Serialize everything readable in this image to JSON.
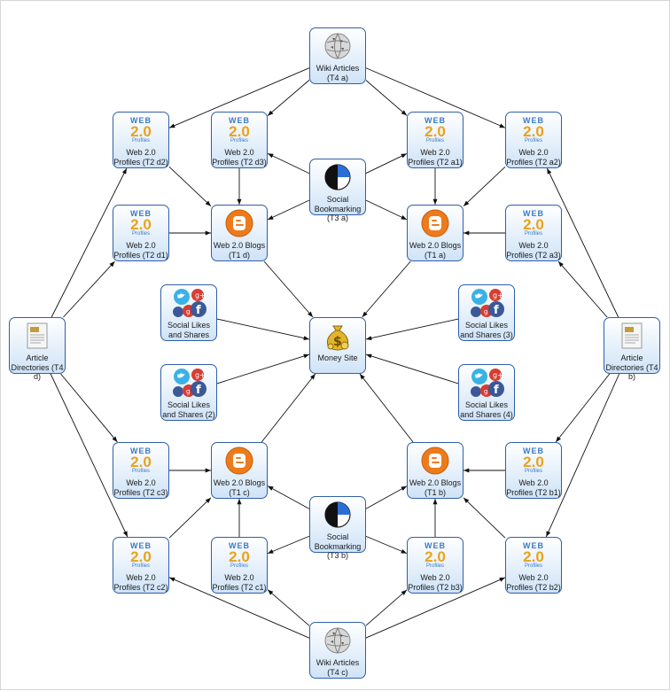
{
  "nodes": [
    {
      "id": "wiki_a",
      "label": "Wiki Articles\n(T4 a)",
      "icon": "wiki-globe-icon"
    },
    {
      "id": "wiki_c",
      "label": "Wiki Articles\n(T4 c)",
      "icon": "wiki-globe-icon"
    },
    {
      "id": "ad_d",
      "label": "Article\nDirectories (T4\nd)",
      "icon": "document-icon"
    },
    {
      "id": "ad_b",
      "label": "Article\nDirectories (T4\nb)",
      "icon": "document-icon"
    },
    {
      "id": "w_d2",
      "label": "Web 2.0\nProfiles (T2 d2)",
      "icon": "web20-icon"
    },
    {
      "id": "w_d3",
      "label": "Web 2.0\nProfiles (T2 d3)",
      "icon": "web20-icon"
    },
    {
      "id": "w_a1",
      "label": "Web 2.0\nProfiles (T2 a1)",
      "icon": "web20-icon"
    },
    {
      "id": "w_a2",
      "label": "Web 2.0\nProfiles (T2 a2)",
      "icon": "web20-icon"
    },
    {
      "id": "w_d1",
      "label": "Web 2.0\nProfiles (T2 d1)",
      "icon": "web20-icon"
    },
    {
      "id": "w_a3",
      "label": "Web 2.0\nProfiles (T2 a3)",
      "icon": "web20-icon"
    },
    {
      "id": "w_c3",
      "label": "Web 2.0\nProfiles (T2 c3)",
      "icon": "web20-icon"
    },
    {
      "id": "w_b1",
      "label": "Web 2.0\nProfiles (T2 b1)",
      "icon": "web20-icon"
    },
    {
      "id": "w_c2",
      "label": "Web 2.0\nProfiles (T2 c2)",
      "icon": "web20-icon"
    },
    {
      "id": "w_c1",
      "label": "Web 2.0\nProfiles (T2 c1)",
      "icon": "web20-icon"
    },
    {
      "id": "w_b3",
      "label": "Web 2.0\nProfiles (T2 b3)",
      "icon": "web20-icon"
    },
    {
      "id": "w_b2",
      "label": "Web 2.0\nProfiles (T2 b2)",
      "icon": "web20-icon"
    },
    {
      "id": "sb_a",
      "label": "Social\nBookmarking\n(T3 a)",
      "icon": "bookmark-ball-icon"
    },
    {
      "id": "sb_b",
      "label": "Social\nBookmarking\n(T3 b)",
      "icon": "bookmark-ball-icon"
    },
    {
      "id": "blog_d",
      "label": "Web 2.0 Blogs\n(T1 d)",
      "icon": "blogger-icon"
    },
    {
      "id": "blog_a",
      "label": "Web 2.0 Blogs\n(T1 a)",
      "icon": "blogger-icon"
    },
    {
      "id": "blog_c",
      "label": "Web 2.0 Blogs\n(T1 c)",
      "icon": "blogger-icon"
    },
    {
      "id": "blog_b",
      "label": "Web 2.0 Blogs\n(T1 b)",
      "icon": "blogger-icon"
    },
    {
      "id": "sl_1",
      "label": "Social Likes\nand Shares",
      "icon": "social-icons-icon"
    },
    {
      "id": "sl_2",
      "label": "Social Likes\nand Shares (2)",
      "icon": "social-icons-icon"
    },
    {
      "id": "sl_3",
      "label": "Social Likes\nand Shares (3)",
      "icon": "social-icons-icon"
    },
    {
      "id": "sl_4",
      "label": "Social Likes\nand Shares (4)",
      "icon": "social-icons-icon"
    },
    {
      "id": "money",
      "label": "Money Site",
      "icon": "money-bag-icon"
    }
  ],
  "edges": [
    [
      "wiki_a",
      "w_d2"
    ],
    [
      "wiki_a",
      "w_d3"
    ],
    [
      "wiki_a",
      "w_a1"
    ],
    [
      "wiki_a",
      "w_a2"
    ],
    [
      "wiki_c",
      "w_c2"
    ],
    [
      "wiki_c",
      "w_c1"
    ],
    [
      "wiki_c",
      "w_b3"
    ],
    [
      "wiki_c",
      "w_b2"
    ],
    [
      "ad_d",
      "w_d2"
    ],
    [
      "ad_d",
      "w_d1"
    ],
    [
      "ad_d",
      "w_c3"
    ],
    [
      "ad_d",
      "w_c2"
    ],
    [
      "ad_b",
      "w_a2"
    ],
    [
      "ad_b",
      "w_a3"
    ],
    [
      "ad_b",
      "w_b1"
    ],
    [
      "ad_b",
      "w_b2"
    ],
    [
      "w_d2",
      "blog_d"
    ],
    [
      "w_d3",
      "blog_d"
    ],
    [
      "w_d1",
      "blog_d"
    ],
    [
      "w_a1",
      "blog_a"
    ],
    [
      "w_a2",
      "blog_a"
    ],
    [
      "w_a3",
      "blog_a"
    ],
    [
      "w_c3",
      "blog_c"
    ],
    [
      "w_c2",
      "blog_c"
    ],
    [
      "w_c1",
      "blog_c"
    ],
    [
      "w_b1",
      "blog_b"
    ],
    [
      "w_b2",
      "blog_b"
    ],
    [
      "w_b3",
      "blog_b"
    ],
    [
      "sb_a",
      "w_d3"
    ],
    [
      "sb_a",
      "w_a1"
    ],
    [
      "sb_a",
      "blog_d"
    ],
    [
      "sb_a",
      "blog_a"
    ],
    [
      "sb_b",
      "w_c1"
    ],
    [
      "sb_b",
      "w_b3"
    ],
    [
      "sb_b",
      "blog_c"
    ],
    [
      "sb_b",
      "blog_b"
    ],
    [
      "blog_d",
      "money"
    ],
    [
      "blog_a",
      "money"
    ],
    [
      "blog_c",
      "money"
    ],
    [
      "blog_b",
      "money"
    ],
    [
      "sl_1",
      "money"
    ],
    [
      "sl_2",
      "money"
    ],
    [
      "sl_3",
      "money"
    ],
    [
      "sl_4",
      "money"
    ]
  ],
  "colors": {
    "node_border": "#2f5fa8",
    "edge": "#111111",
    "blogger": "#ee7b1b",
    "twitter": "#3ab2e6",
    "facebook": "#3b5998",
    "gplus": "#d73d32",
    "money_bag": "#e4b42a"
  }
}
